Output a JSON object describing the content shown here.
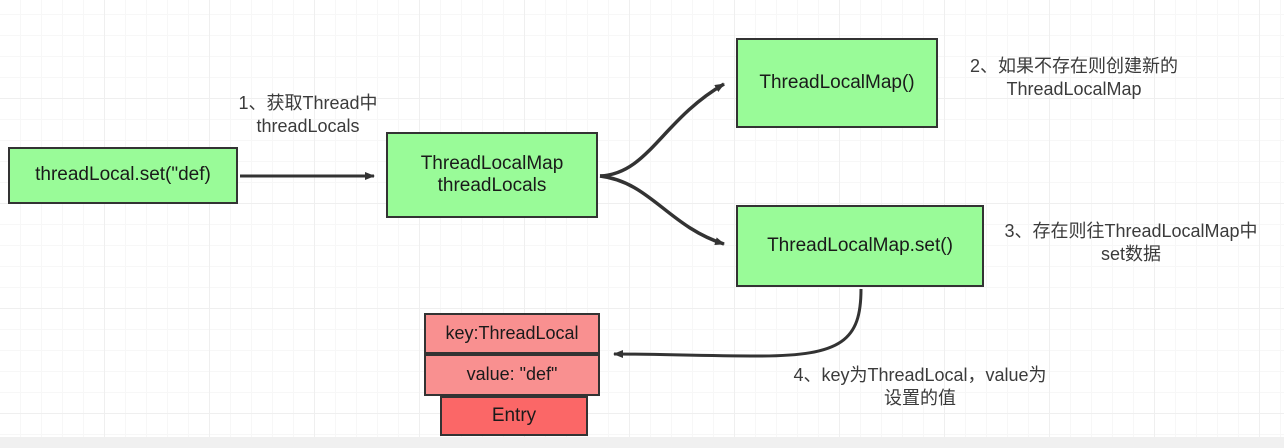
{
  "diagram": {
    "title": "ThreadLocal set flow",
    "colors": {
      "node_green": "#99fb98",
      "node_salmon": "#f99090",
      "node_red": "#fb6767",
      "border": "#333333",
      "text": "#1a1a1a",
      "label_text": "#3b3b3b",
      "grid_minor": "#f7f7f7",
      "grid_major": "#efefef",
      "canvas": "#ffffff",
      "bottom_band": "#f0f0f0"
    },
    "nodes": [
      {
        "id": "set",
        "text": "threadLocal.set(\"def)"
      },
      {
        "id": "tlmap",
        "text": "ThreadLocalMap\nthreadLocals"
      },
      {
        "id": "tlmapnew",
        "text": "ThreadLocalMap()"
      },
      {
        "id": "tlmapset",
        "text": "ThreadLocalMap.set()"
      },
      {
        "id": "entry_key",
        "text": "key:ThreadLocal"
      },
      {
        "id": "entry_val",
        "text": "value: \"def\""
      },
      {
        "id": "entry_name",
        "text": "Entry"
      }
    ],
    "labels": [
      {
        "id": "step1",
        "text": "1、获取Thread中\nthreadLocals"
      },
      {
        "id": "step2",
        "text": "2、如果不存在则创建新的\nThreadLocalMap"
      },
      {
        "id": "step3",
        "text": "3、存在则往ThreadLocalMap中\nset数据"
      },
      {
        "id": "step4",
        "text": "4、key为ThreadLocal，value为\n设置的值"
      }
    ]
  }
}
